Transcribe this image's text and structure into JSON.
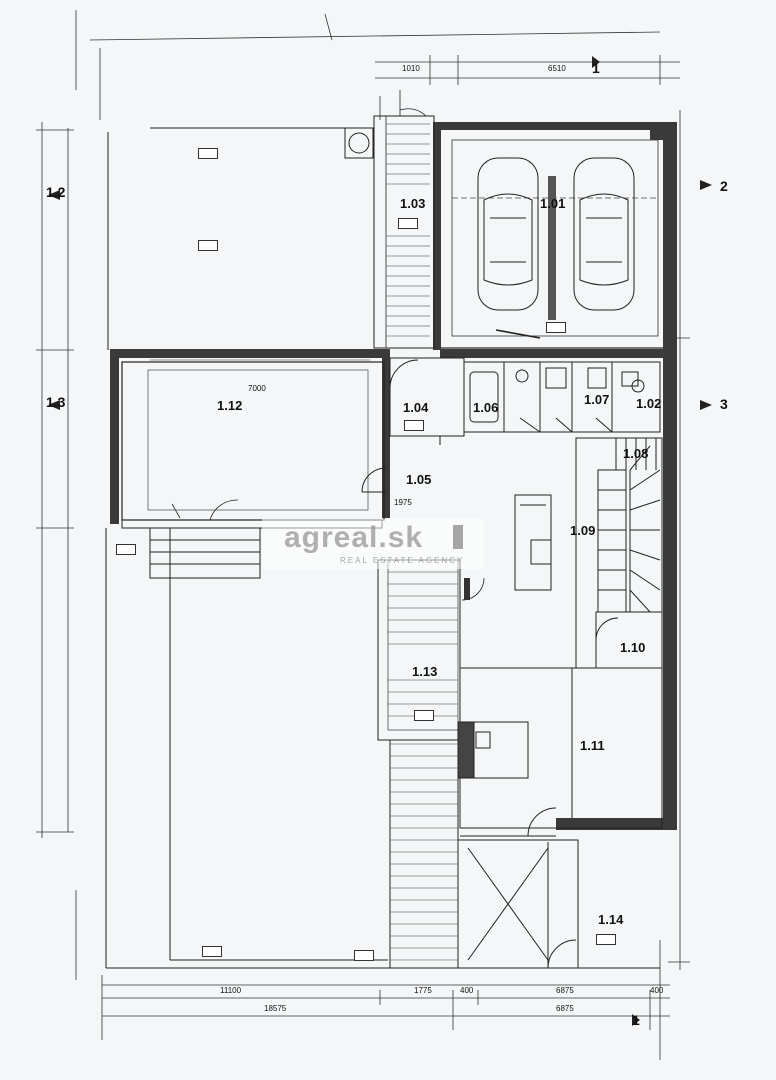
{
  "rooms": [
    {
      "id": "1.01",
      "label": "1.01"
    },
    {
      "id": "1.02",
      "label": "1.02"
    },
    {
      "id": "1.03",
      "label": "1.03"
    },
    {
      "id": "1.04",
      "label": "1.04"
    },
    {
      "id": "1.05",
      "label": "1.05"
    },
    {
      "id": "1.06",
      "label": "1.06"
    },
    {
      "id": "1.07",
      "label": "1.07"
    },
    {
      "id": "1.08",
      "label": "1.08"
    },
    {
      "id": "1.09",
      "label": "1.09"
    },
    {
      "id": "1.10",
      "label": "1.10"
    },
    {
      "id": "1.11",
      "label": "1.11"
    },
    {
      "id": "1.12",
      "label": "1.12"
    },
    {
      "id": "1.13",
      "label": "1.13"
    },
    {
      "id": "1.14",
      "label": "1.14"
    }
  ],
  "section_markers": [
    {
      "label": "1.2"
    },
    {
      "label": "1.3"
    },
    {
      "label": "2"
    },
    {
      "label": "3"
    },
    {
      "label": "1"
    }
  ],
  "dimensions": {
    "top": [
      "1010",
      "6510"
    ],
    "bottom_row1": [
      "11100",
      "1775",
      "400",
      "6875",
      "400"
    ],
    "bottom_row2": [
      "18575",
      "6875"
    ],
    "stair_room": [
      "7000",
      "1975"
    ]
  },
  "watermark": {
    "main": "agreal.sk",
    "sub": "REAL ESTATE AGENCY"
  },
  "colors": {
    "line": "#222222",
    "wall": "#3a3a3a",
    "paper": "#f4f6f7"
  }
}
